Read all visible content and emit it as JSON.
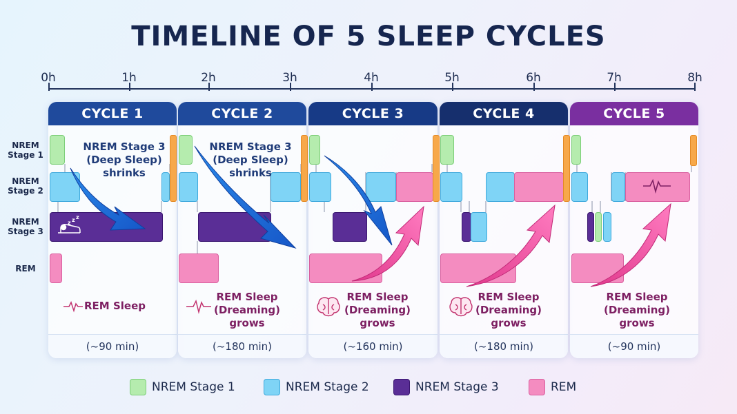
{
  "title": "TIMELINE OF 5 SLEEP CYCLES",
  "axis": {
    "ticks": [
      "0h",
      "1h",
      "2h",
      "3h",
      "4h",
      "5h",
      "6h",
      "7h",
      "8h"
    ]
  },
  "stages": {
    "n1": "NREM Stage 1",
    "n2": "NREM Stage 2",
    "n3": "NREM Stage 3",
    "rem": "REM"
  },
  "cycles": [
    {
      "name": "CYCLE 1",
      "duration": "(~90 min)",
      "annotation": "NREM Stage 3 (Deep Sleep) shrinks",
      "rem_note": "REM Sleep"
    },
    {
      "name": "CYCLE 2",
      "duration": "(~180 min)",
      "annotation": "NREM Stage 3 (Deep Sleep) shrinks",
      "rem_note": "REM Sleep (Dreaming) grows"
    },
    {
      "name": "CYCLE 3",
      "duration": "(~160 min)",
      "rem_note": "REM Sleep (Dreaming) grows"
    },
    {
      "name": "CYCLE 4",
      "duration": "(~180 min)",
      "rem_note": "REM Sleep (Dreaming) grows"
    },
    {
      "name": "CYCLE 5",
      "duration": "(~90 min)",
      "rem_note": "REM Sleep (Dreaming) grows"
    }
  ],
  "colors": {
    "n1": "#b5ecae",
    "n2": "#7fd4f6",
    "n3": "#5a2e96",
    "rem": "#f48cc0",
    "header_c1": "#1f4a9c",
    "header_c2": "#1f4a9c",
    "header_c3": "#173a86",
    "header_c4": "#162f6d",
    "header_c5": "#7a2fa0"
  },
  "legend": [
    "NREM Stage 1",
    "NREM Stage 2",
    "NREM Stage 3",
    "REM"
  ]
}
